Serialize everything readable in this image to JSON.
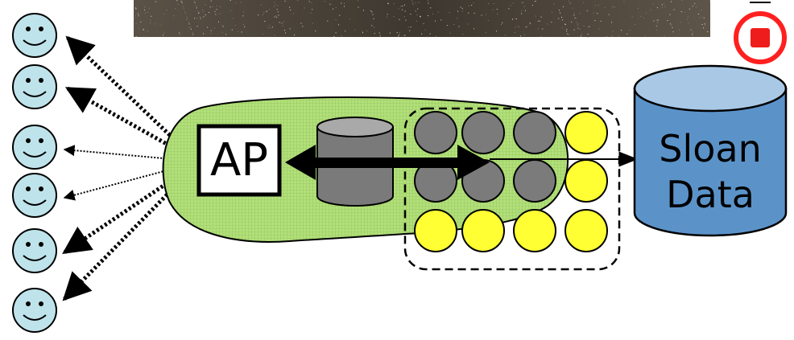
{
  "labels": {
    "ap": "AP",
    "sloan_line1": "Sloan",
    "sloan_line2": "Data"
  },
  "icons": {
    "stop": "stop-icon",
    "user": "smiley-face-icon",
    "database": "database-cylinder-icon"
  },
  "colors": {
    "smiley_fill": "#bfe3ea",
    "cluster_fill": "#a6d86a",
    "gray_node": "#7b7b7b",
    "yellow_node": "#ffff33",
    "sloan_fill": "#5b93c9",
    "sloan_top": "#a8c8e6",
    "stop_red": "#ff2020",
    "starfield": "#3a342c"
  }
}
